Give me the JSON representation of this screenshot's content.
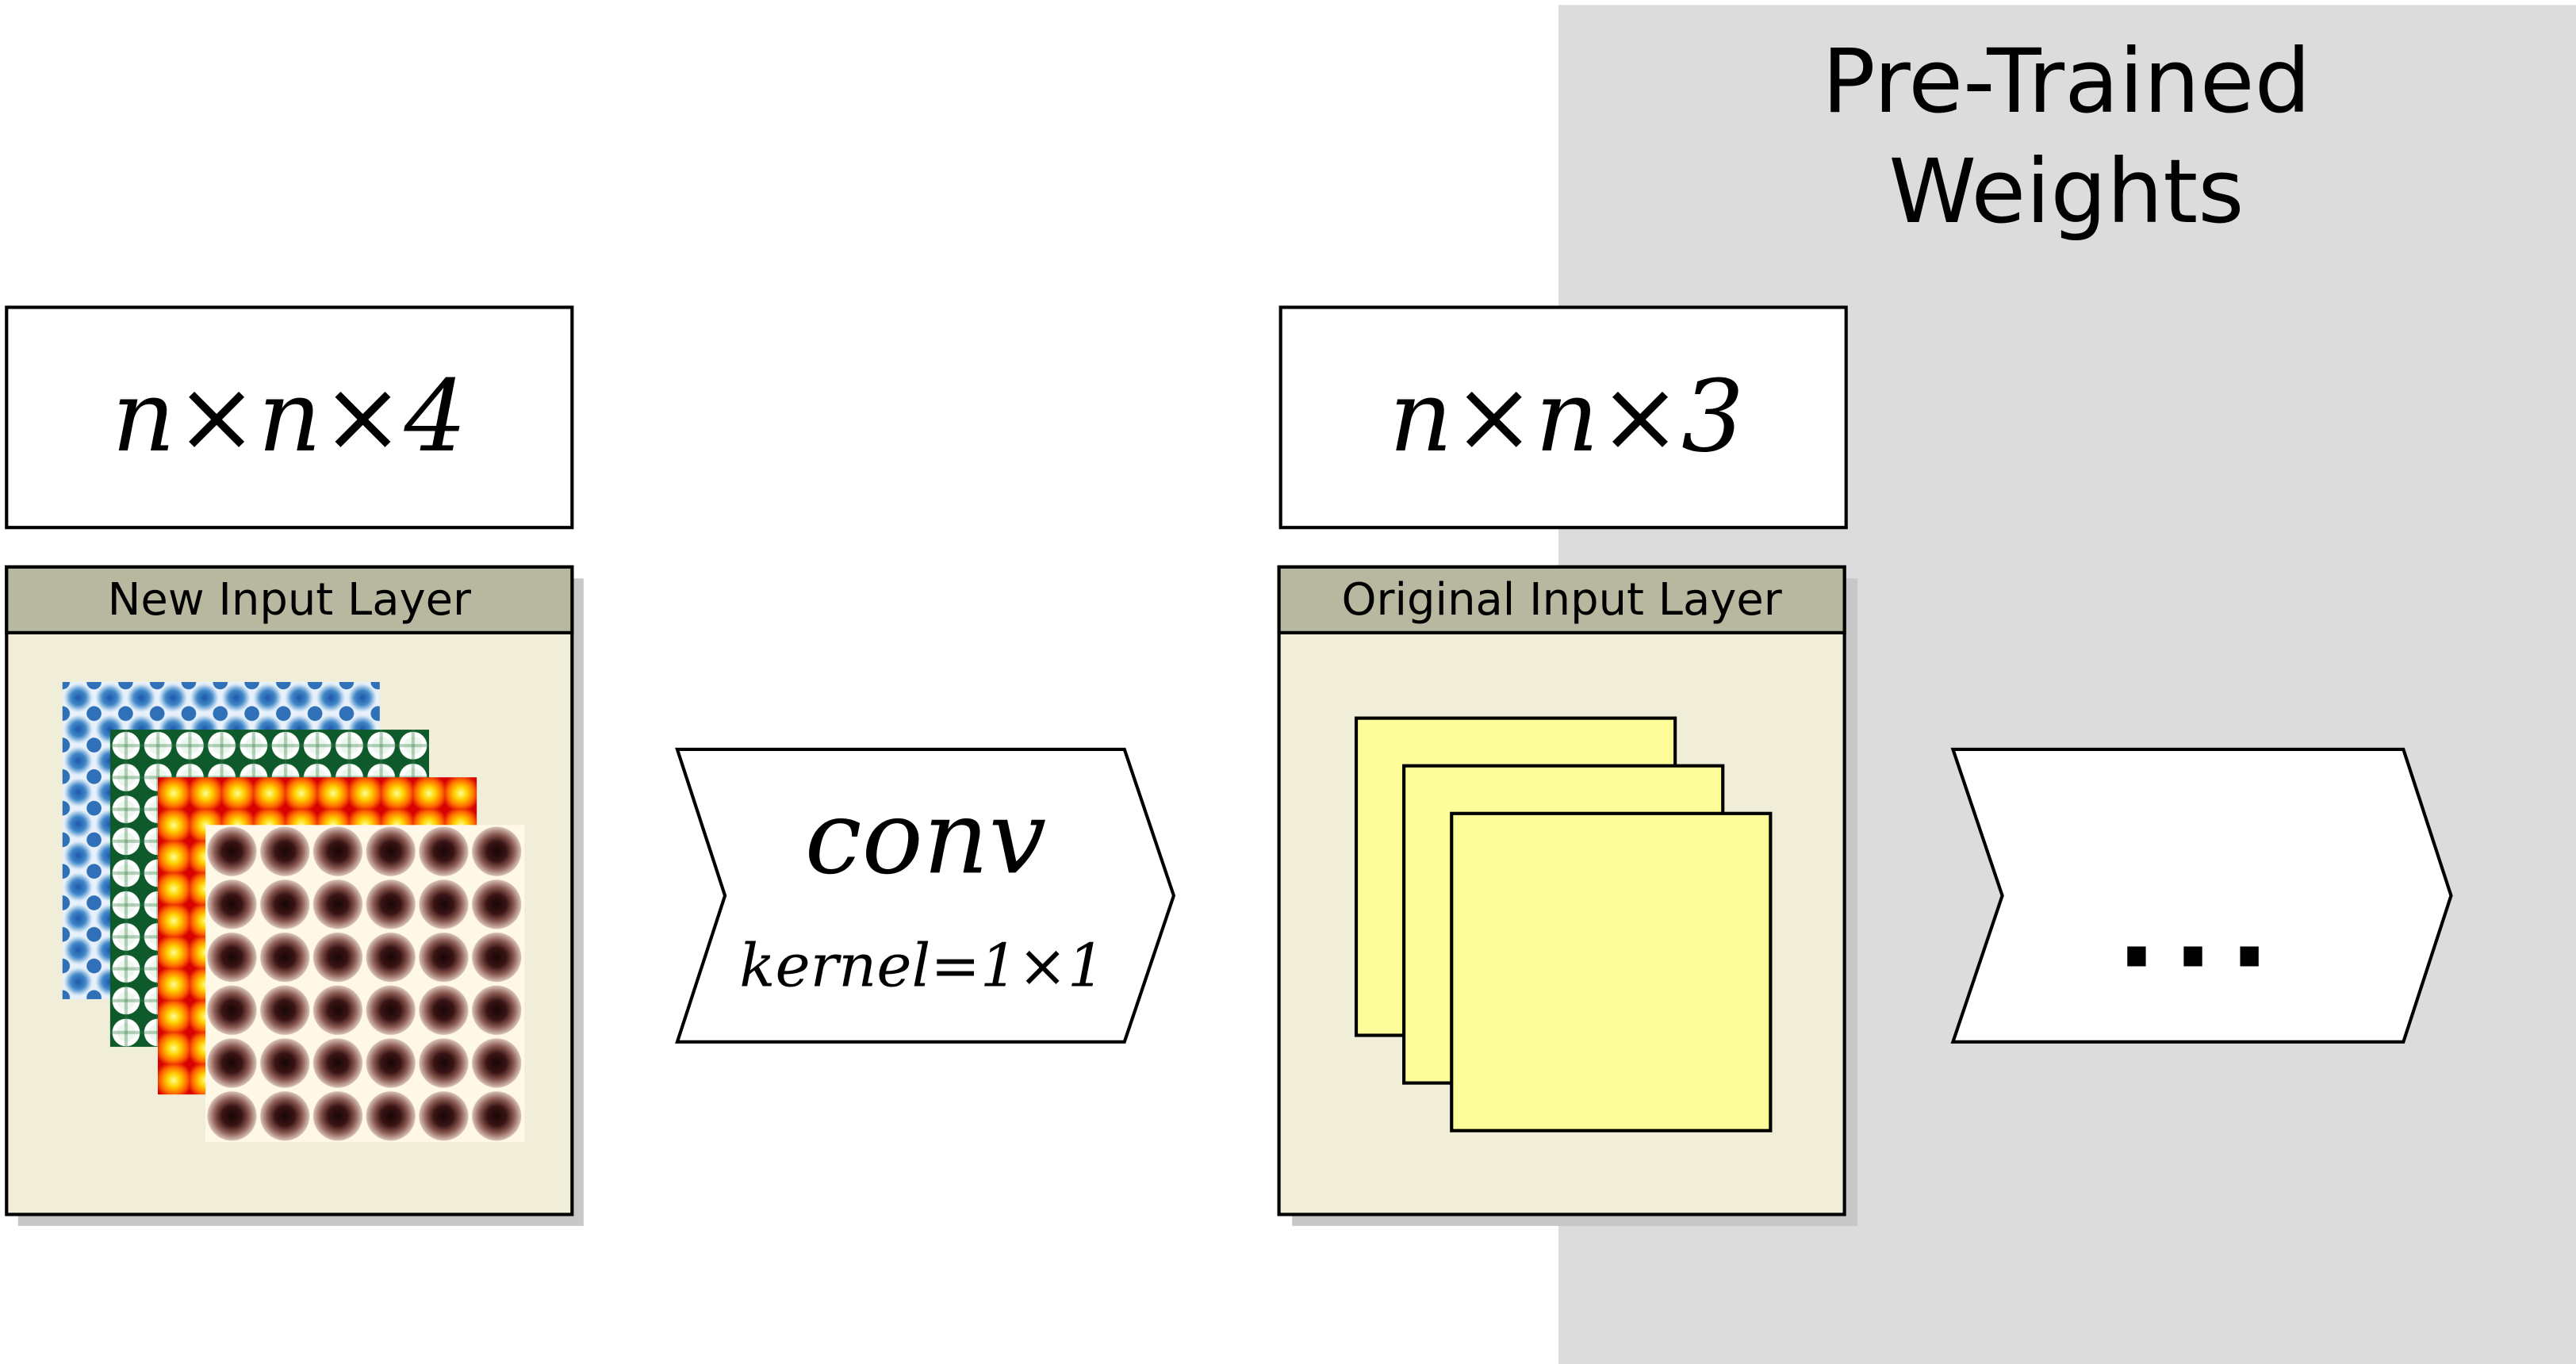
{
  "pretrained_region": {
    "title_line1": "Pre-Trained",
    "title_line2": "Weights",
    "fill": "#dcdcdc"
  },
  "new_input": {
    "shape_label": "n×n×4",
    "layer_title": "New Input Layer",
    "channel_colormaps": [
      "blue",
      "green-white",
      "hot",
      "brown"
    ]
  },
  "conv_step": {
    "op_label": "conv",
    "kernel_label": "kernel=1×1"
  },
  "original_input": {
    "shape_label": "n×n×3",
    "layer_title": "Original Input Layer",
    "channel_fill": "#fdfd9a"
  },
  "continuation": {
    "label": "..."
  },
  "colors": {
    "layer_header": "#b8b8a0",
    "layer_body": "#f0eed8",
    "shadow": "#c8c8c8",
    "stroke": "#000000"
  }
}
